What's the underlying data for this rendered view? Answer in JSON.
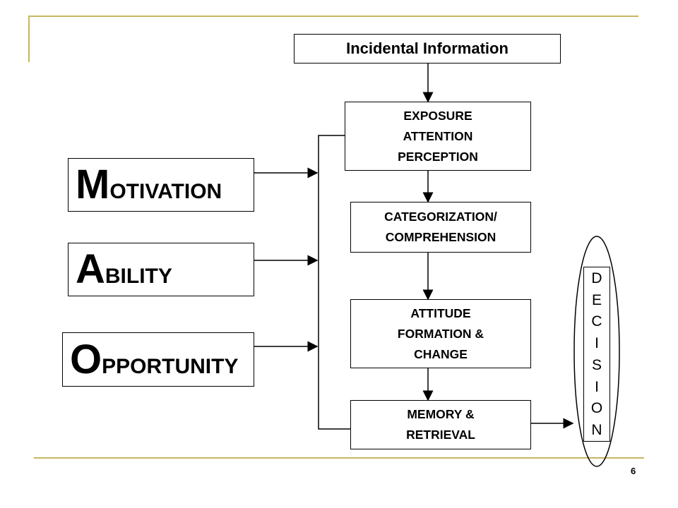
{
  "incidental_information": "Incidental Information",
  "process_boxes": {
    "exposure": [
      "EXPOSURE",
      "ATTENTION",
      "PERCEPTION"
    ],
    "categorization": [
      "CATEGORIZATION/",
      "COMPREHENSION"
    ],
    "attitude": [
      "ATTITUDE",
      "FORMATION &",
      "CHANGE"
    ],
    "memory": [
      "MEMORY &",
      "RETRIEVAL"
    ]
  },
  "factors": {
    "motivation": {
      "initial": "M",
      "rest": "OTIVATION"
    },
    "ability": {
      "initial": "A",
      "rest": "BILITY"
    },
    "opportunity": {
      "initial": "O",
      "rest": "PPORTUNITY"
    }
  },
  "decision_letters": [
    "D",
    "E",
    "C",
    "I",
    "S",
    "I",
    "O",
    "N"
  ],
  "page_number": "6",
  "colors": {
    "accent_line": "#c8b560",
    "stroke": "#000000"
  }
}
